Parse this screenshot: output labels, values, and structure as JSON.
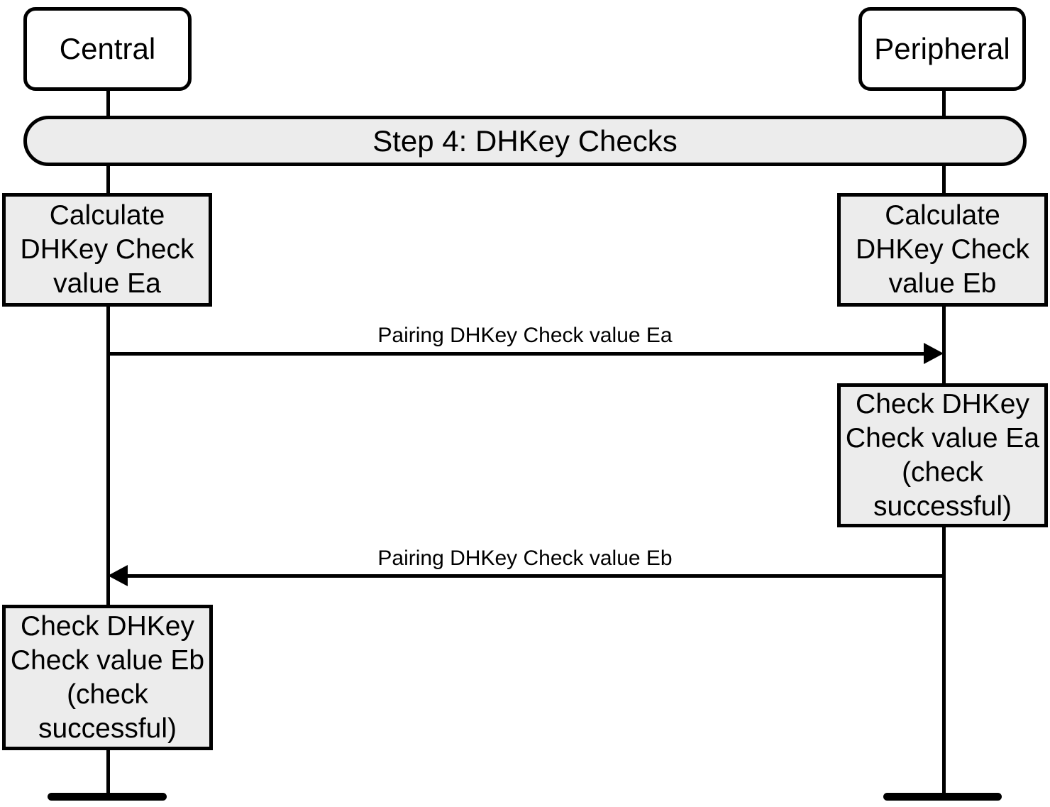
{
  "diagram": {
    "step_banner": "Step 4: DHKey Checks",
    "actors": {
      "central": "Central",
      "peripheral": "Peripheral"
    },
    "activities": {
      "calc_ea": "Calculate\nDHKey Check\nvalue Ea",
      "calc_eb": "Calculate\nDHKey Check\nvalue Eb",
      "check_ea": "Check DHKey\nCheck value Ea\n(check\nsuccessful)",
      "check_eb": "Check DHKey\nCheck value Eb\n(check\nsuccessful)"
    },
    "messages": {
      "ea": "Pairing DHKey Check value Ea",
      "eb": "Pairing DHKey Check value Eb"
    },
    "colors": {
      "box_fill": "#ececec",
      "line": "#000000",
      "background": "#ffffff"
    }
  }
}
